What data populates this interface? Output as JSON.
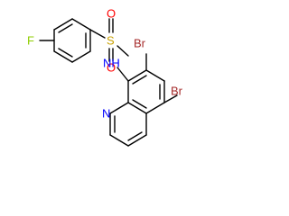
{
  "labels": {
    "fluorine": "F",
    "sulfur": "S",
    "oxygen_top": "O",
    "oxygen_bottom": "O",
    "nh": "NH",
    "br_7": "Br",
    "br_5": "Br",
    "ring_n": "N"
  },
  "colors": {
    "F": "#8fce00",
    "S": "#c8a000",
    "O": "#ff0000",
    "N": "#0000ff",
    "Br": "#a52a2a",
    "bond": "#000000"
  }
}
